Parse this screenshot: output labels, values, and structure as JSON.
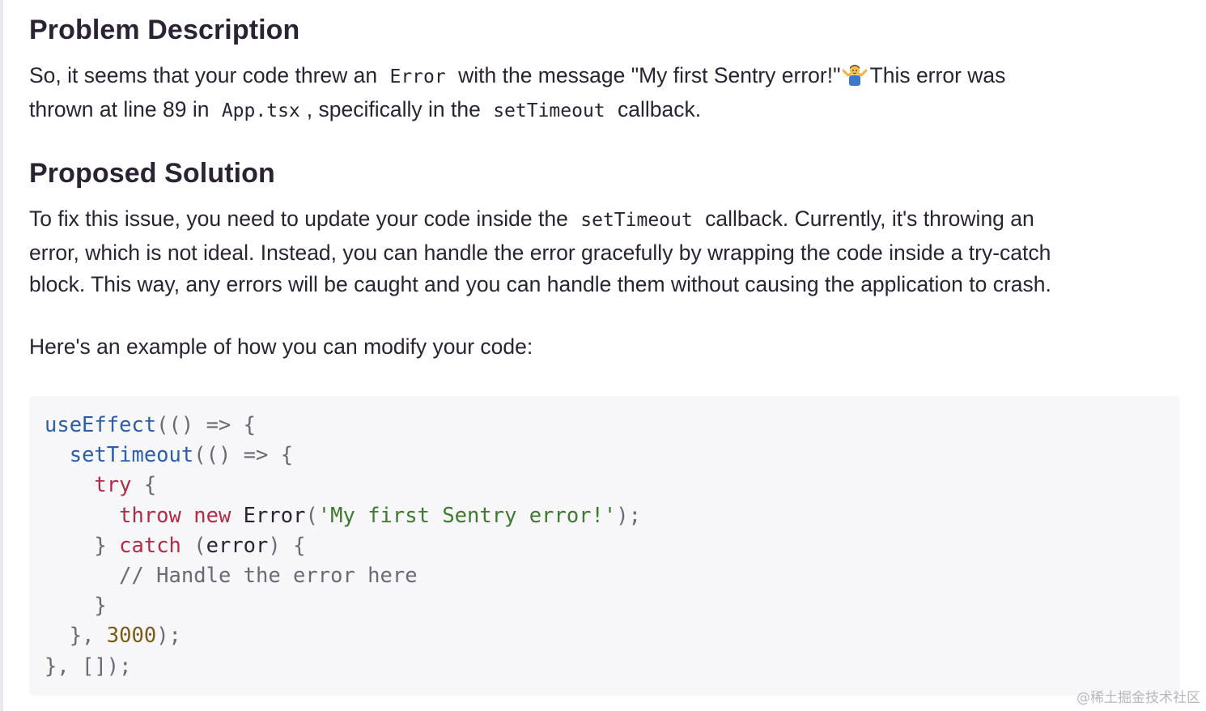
{
  "problem": {
    "heading": "Problem Description",
    "line1_a": "So, it seems that your code threw an",
    "line1_code": "Error",
    "line1_b": "with the message \"My first Sentry error!\"",
    "line1_c": "This error was",
    "line2_a": "thrown at line 89 in",
    "line2_code1": "App.tsx",
    "line2_b": ", specifically in the",
    "line2_code2": "setTimeout",
    "line2_c": "callback."
  },
  "solution": {
    "heading": "Proposed Solution",
    "line1_a": "To fix this issue, you need to update your code inside the",
    "line1_code": "setTimeout",
    "line1_b": "callback. Currently, it's throwing an",
    "line2": "error, which is not ideal. Instead, you can handle the error gracefully by wrapping the code inside a try-catch",
    "line3": "block. This way, any errors will be caught and you can handle them without causing the application to crash.",
    "example_intro": "Here's an example of how you can modify your code:"
  },
  "code": {
    "l1_fn": "useEffect",
    "l1_rest": "(() => {",
    "l2_fn": "setTimeout",
    "l2_rest": "(() => {",
    "l3_kw": "try",
    "l3_rest": " {",
    "l4_kw1": "throw",
    "l4_kw2": "new",
    "l4_id": "Error",
    "l4_open": "(",
    "l4_str": "'My first Sentry error!'",
    "l4_close": ");",
    "l5_brace": "} ",
    "l5_kw": "catch",
    "l5_open": " (",
    "l5_id": "error",
    "l5_close": ") {",
    "l6_comment": "// Handle the error here",
    "l7": "}",
    "l8_a": "}, ",
    "l8_num": "3000",
    "l8_b": ");",
    "l9": "}, []);"
  },
  "watermark": "@稀土掘金技术社区",
  "colors": {
    "function": "#2c5fa8",
    "keyword": "#b22b47",
    "string": "#3d7a2e",
    "number": "#7a5b17",
    "comment": "#6e6775",
    "code_background": "#f7f6f9"
  },
  "icons": {
    "emoji": "person-shrugging-emoji"
  }
}
